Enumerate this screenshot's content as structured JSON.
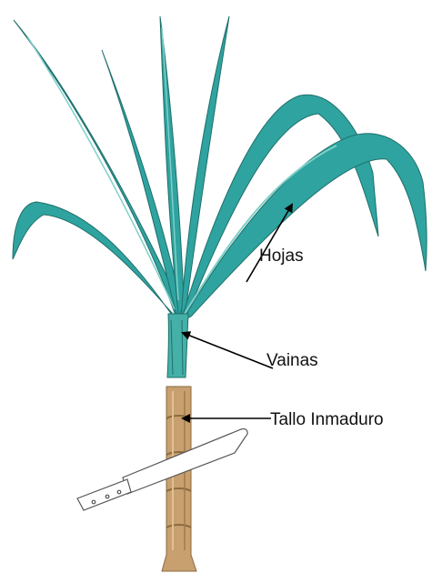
{
  "labels": {
    "hojas": "Hojas",
    "vainas": "Vainas",
    "tallo": "Tallo Inmaduro"
  },
  "colors": {
    "leaf": "#2fa3a0",
    "leaf_dark": "#1f6f6a",
    "leaf_light": "#7fd0c8",
    "sheath": "#45b0a8",
    "stalk": "#c8a070",
    "stalk_dark": "#8a6a40",
    "machete_outline": "#555555",
    "arrow": "#000000"
  }
}
